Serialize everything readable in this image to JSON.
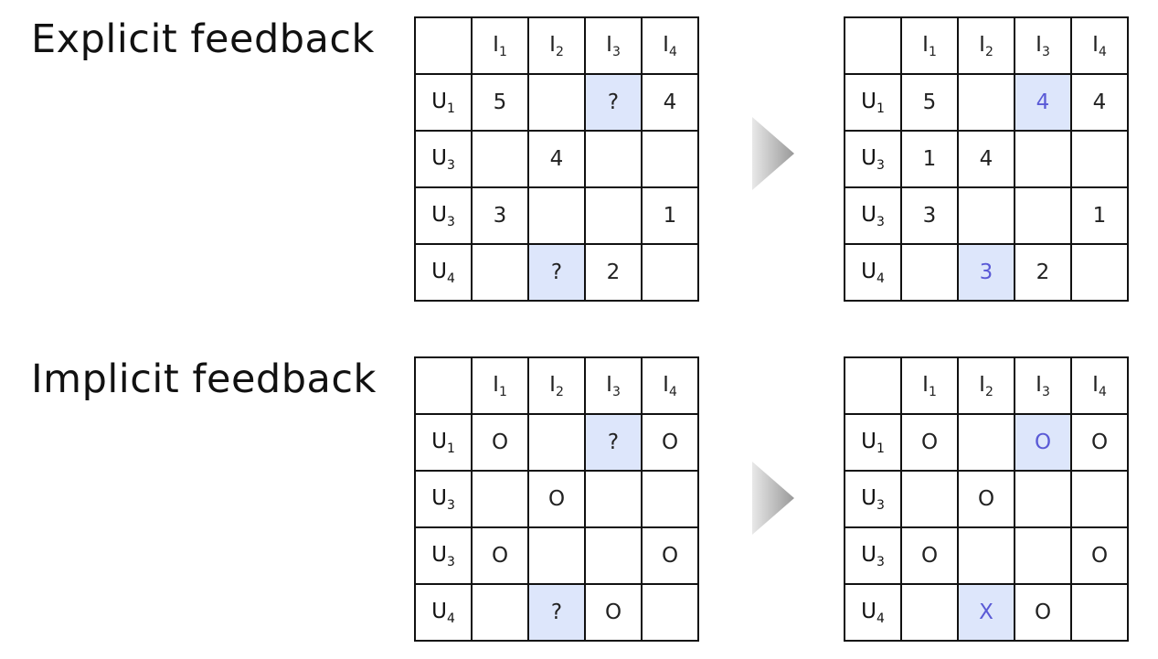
{
  "colors": {
    "highlight_bg": "#dde6fb",
    "predicted_text": "#5a5ad6",
    "arrow_light": "#e6e6e6",
    "arrow_dark": "#9a9a9a"
  },
  "arrow_icon": "right-triangle-arrow",
  "sections": [
    {
      "title": "Explicit feedback",
      "item_headers": [
        [
          "I",
          "1"
        ],
        [
          "I",
          "2"
        ],
        [
          "I",
          "3"
        ],
        [
          "I",
          "4"
        ]
      ],
      "user_headers": [
        [
          "U",
          "1"
        ],
        [
          "U",
          "3"
        ],
        [
          "U",
          "3"
        ],
        [
          "U",
          "4"
        ]
      ],
      "input_matrix": [
        [
          "5",
          "",
          "?",
          "4"
        ],
        [
          "",
          "4",
          "",
          ""
        ],
        [
          "3",
          "",
          "",
          "1"
        ],
        [
          "",
          "?",
          "2",
          ""
        ]
      ],
      "output_matrix": [
        [
          "5",
          "",
          "4",
          "4"
        ],
        [
          "1",
          "4",
          "",
          ""
        ],
        [
          "3",
          "",
          "",
          "1"
        ],
        [
          "",
          "3",
          "2",
          ""
        ]
      ],
      "highlighted_cells": [
        [
          0,
          2
        ],
        [
          3,
          1
        ]
      ]
    },
    {
      "title": "Implicit feedback",
      "item_headers": [
        [
          "I",
          "1"
        ],
        [
          "I",
          "2"
        ],
        [
          "I",
          "3"
        ],
        [
          "I",
          "4"
        ]
      ],
      "user_headers": [
        [
          "U",
          "1"
        ],
        [
          "U",
          "3"
        ],
        [
          "U",
          "3"
        ],
        [
          "U",
          "4"
        ]
      ],
      "input_matrix": [
        [
          "O",
          "",
          "?",
          "O"
        ],
        [
          "",
          "O",
          "",
          ""
        ],
        [
          "O",
          "",
          "",
          "O"
        ],
        [
          "",
          "?",
          "O",
          ""
        ]
      ],
      "output_matrix": [
        [
          "O",
          "",
          "O",
          "O"
        ],
        [
          "",
          "O",
          "",
          ""
        ],
        [
          "O",
          "",
          "",
          "O"
        ],
        [
          "",
          "X",
          "O",
          ""
        ]
      ],
      "highlighted_cells": [
        [
          0,
          2
        ],
        [
          3,
          1
        ]
      ]
    }
  ]
}
